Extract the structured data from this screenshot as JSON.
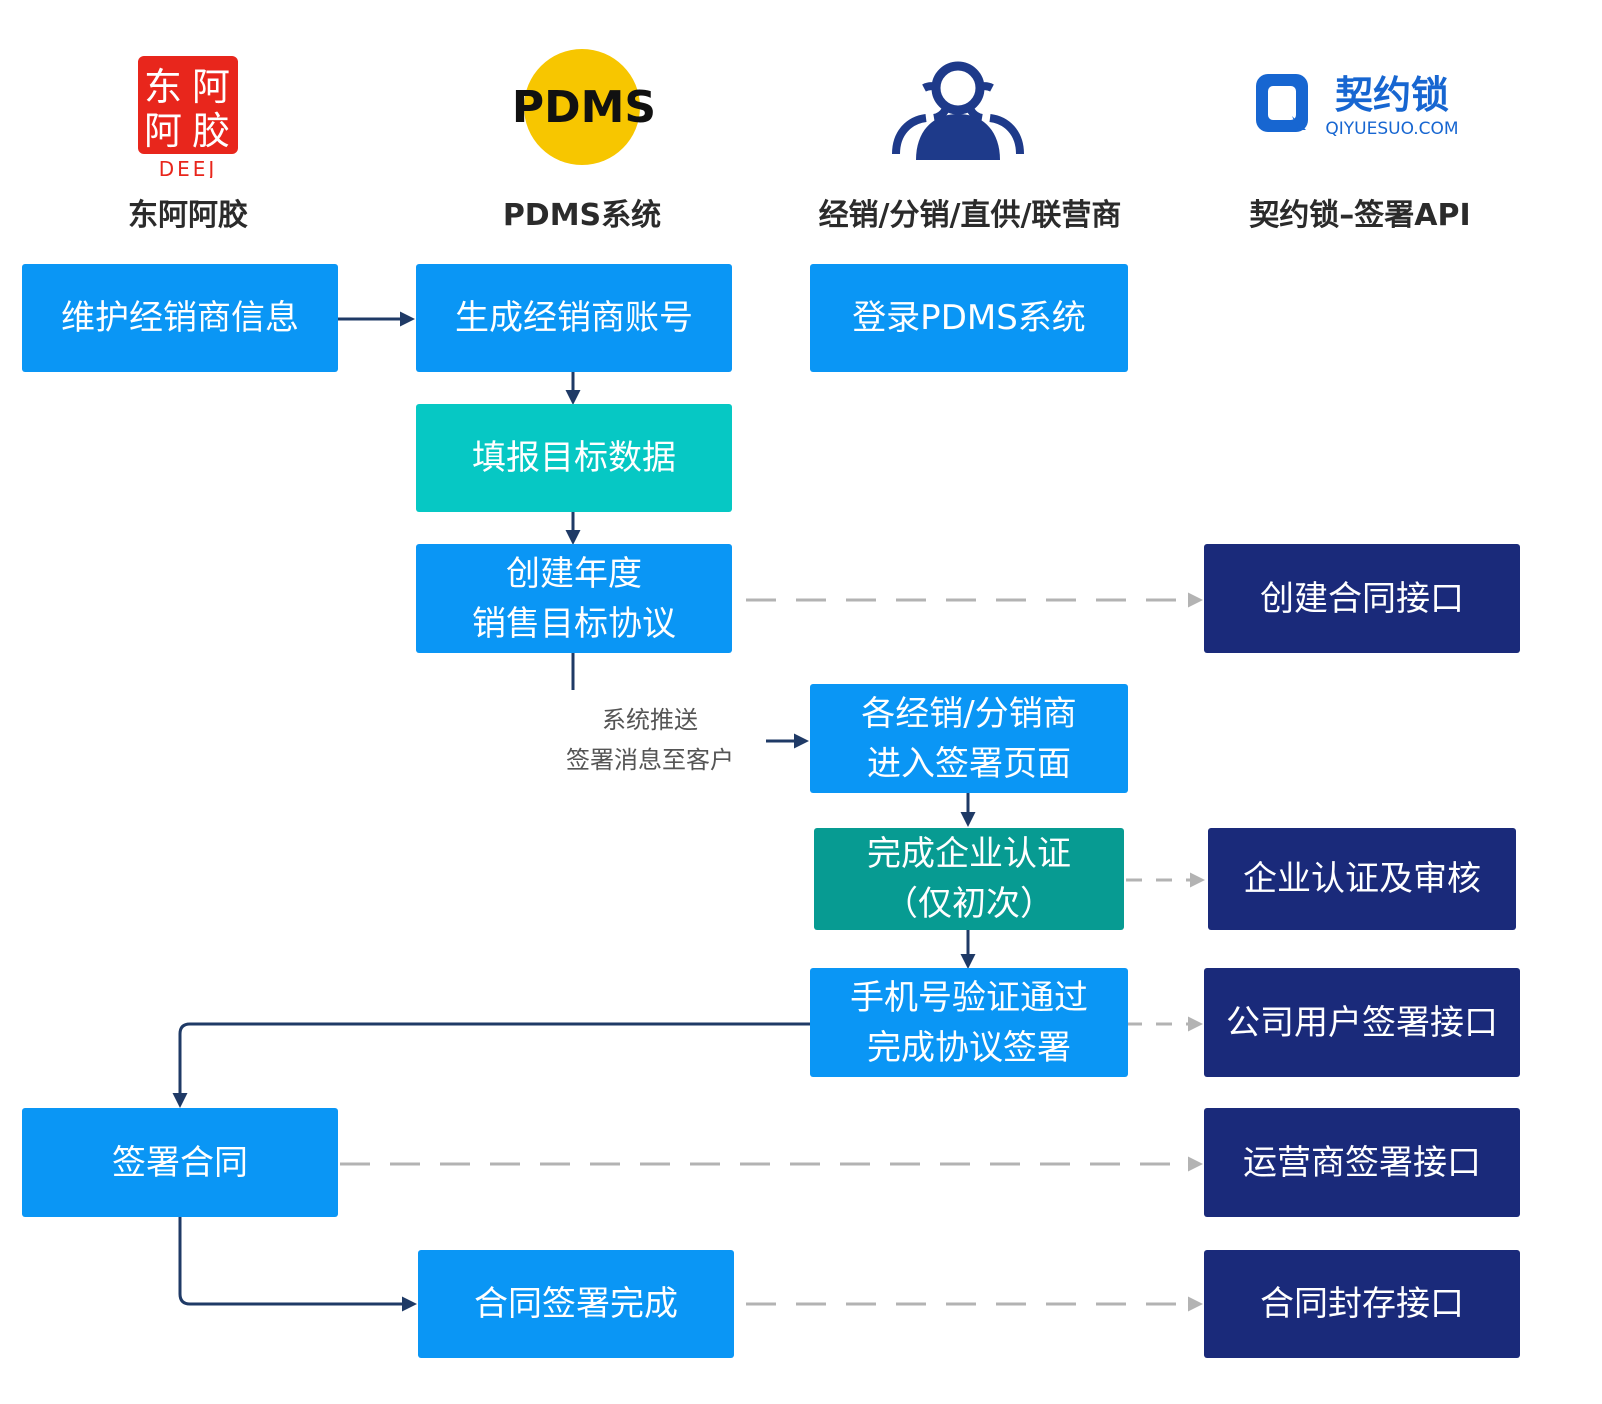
{
  "columns": [
    {
      "label": "东阿阿胶",
      "icon": "dong-e-e-jiao-seal-logo",
      "logo_text": [
        "东阿",
        "阿胶",
        "DEEJ"
      ]
    },
    {
      "label": "PDMS系统",
      "icon": "pdms-circle-logo",
      "logo_text": "PDMS"
    },
    {
      "label": "经销/分销/直供/联营商",
      "icon": "people-group-icon"
    },
    {
      "label": "契约锁–签署API",
      "icon": "qiyuesuo-logo",
      "logo_text": "契约锁",
      "logo_subtext": "QIYUESUO.COM"
    }
  ],
  "steps": {
    "maintain_info": "维护经销商信息",
    "generate_account": "生成经销商账号",
    "login": "登录PDMS系统",
    "fill_target": "填报目标数据",
    "create_agreement": "创建年度\n销售目标协议",
    "enter_sign_page": "各经销/分销商\n进入签署页面",
    "enterprise_auth": "完成企业认证\n（仅初次）",
    "phone_verify": "手机号验证通过\n完成协议签署",
    "sign_contract": "签署合同",
    "contract_done": "合同签署完成"
  },
  "api": {
    "create_contract": "创建合同接口",
    "enterprise_review": "企业认证及审核",
    "company_user_sign": "公司用户签署接口",
    "operator_sign": "运营商签署接口",
    "archive": "合同封存接口"
  },
  "notes": {
    "push_message": "系统推送\n签署消息至客户"
  },
  "colors": {
    "blue": "#0a96f5",
    "teal": "#06c8c4",
    "green": "#079b92",
    "navy": "#1a2a7a",
    "arrow": "#1f3a66",
    "dashed": "#b3b3b3",
    "seal_red": "#e8261c",
    "pdms_yellow": "#f7c600"
  }
}
